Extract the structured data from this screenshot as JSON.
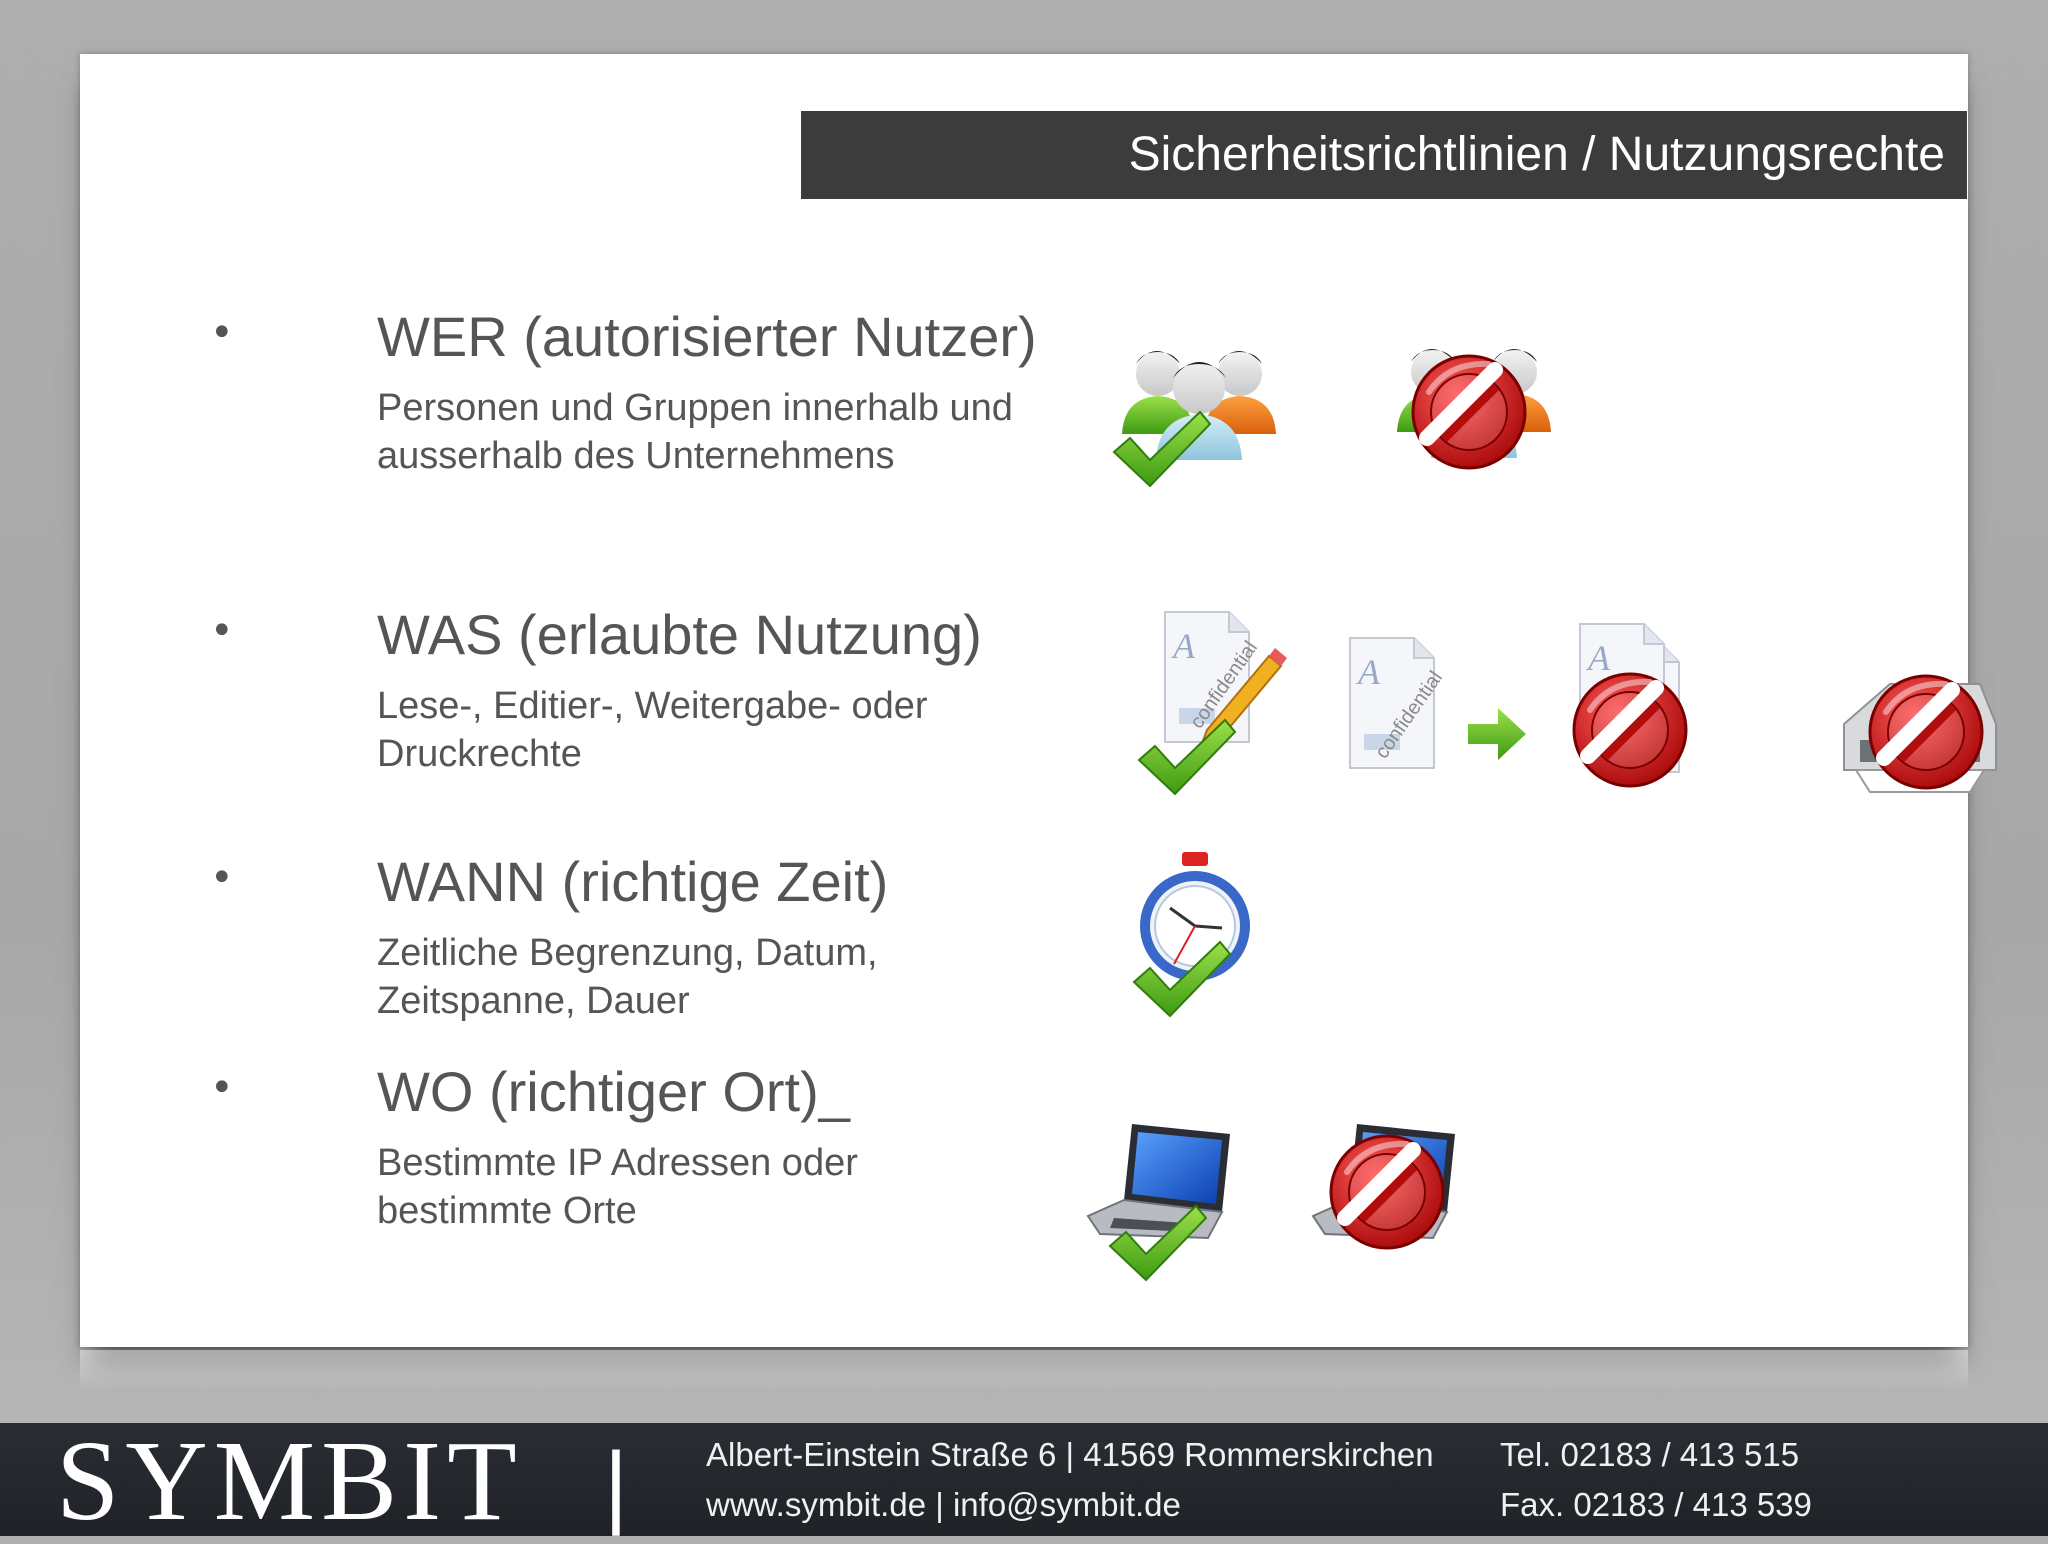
{
  "header": {
    "title": "Sicherheitsrichtlinien / Nutzungsrechte"
  },
  "sections": [
    {
      "bullet": "•",
      "heading": "WER (autorisierter Nutzer)",
      "lines": [
        "Personen und Gruppen innerhalb und",
        "ausserhalb des Unternehmens"
      ]
    },
    {
      "bullet": "•",
      "heading": "WAS (erlaubte Nutzung)",
      "lines": [
        "Lese-, Editier-, Weitergabe- oder",
        "Druckrechte"
      ]
    },
    {
      "bullet": "•",
      "heading": "WANN (richtige Zeit)",
      "lines": [
        "Zeitliche Begrenzung, Datum,",
        "Zeitspanne, Dauer"
      ]
    },
    {
      "bullet": "•",
      "heading": "WO (richtiger Ort)_",
      "lines": [
        "Bestimmte IP Adressen oder",
        "bestimmte Orte"
      ]
    }
  ],
  "icons": {
    "doc_watermark": "confidential",
    "names": [
      "users-allowed-icon",
      "users-denied-icon",
      "document-edit-allowed-icon",
      "document-share-denied-icon",
      "print-denied-icon",
      "stopwatch-allowed-icon",
      "laptop-allowed-icon",
      "laptop-denied-icon"
    ]
  },
  "colors": {
    "title_bar": "#3c3c3c",
    "check_green": "#7cc51a",
    "deny_red": "#cc1a1a",
    "footer_bg": "#25282e"
  },
  "footer": {
    "logo": "SYMBIT",
    "separator": "|",
    "address": "Albert-Einstein Straße 6 | 41569 Rommerskirchen",
    "web": "www.symbit.de | info@symbit.de",
    "tel": "Tel.  02183 / 413 515",
    "fax": "Fax. 02183 / 413 539"
  }
}
